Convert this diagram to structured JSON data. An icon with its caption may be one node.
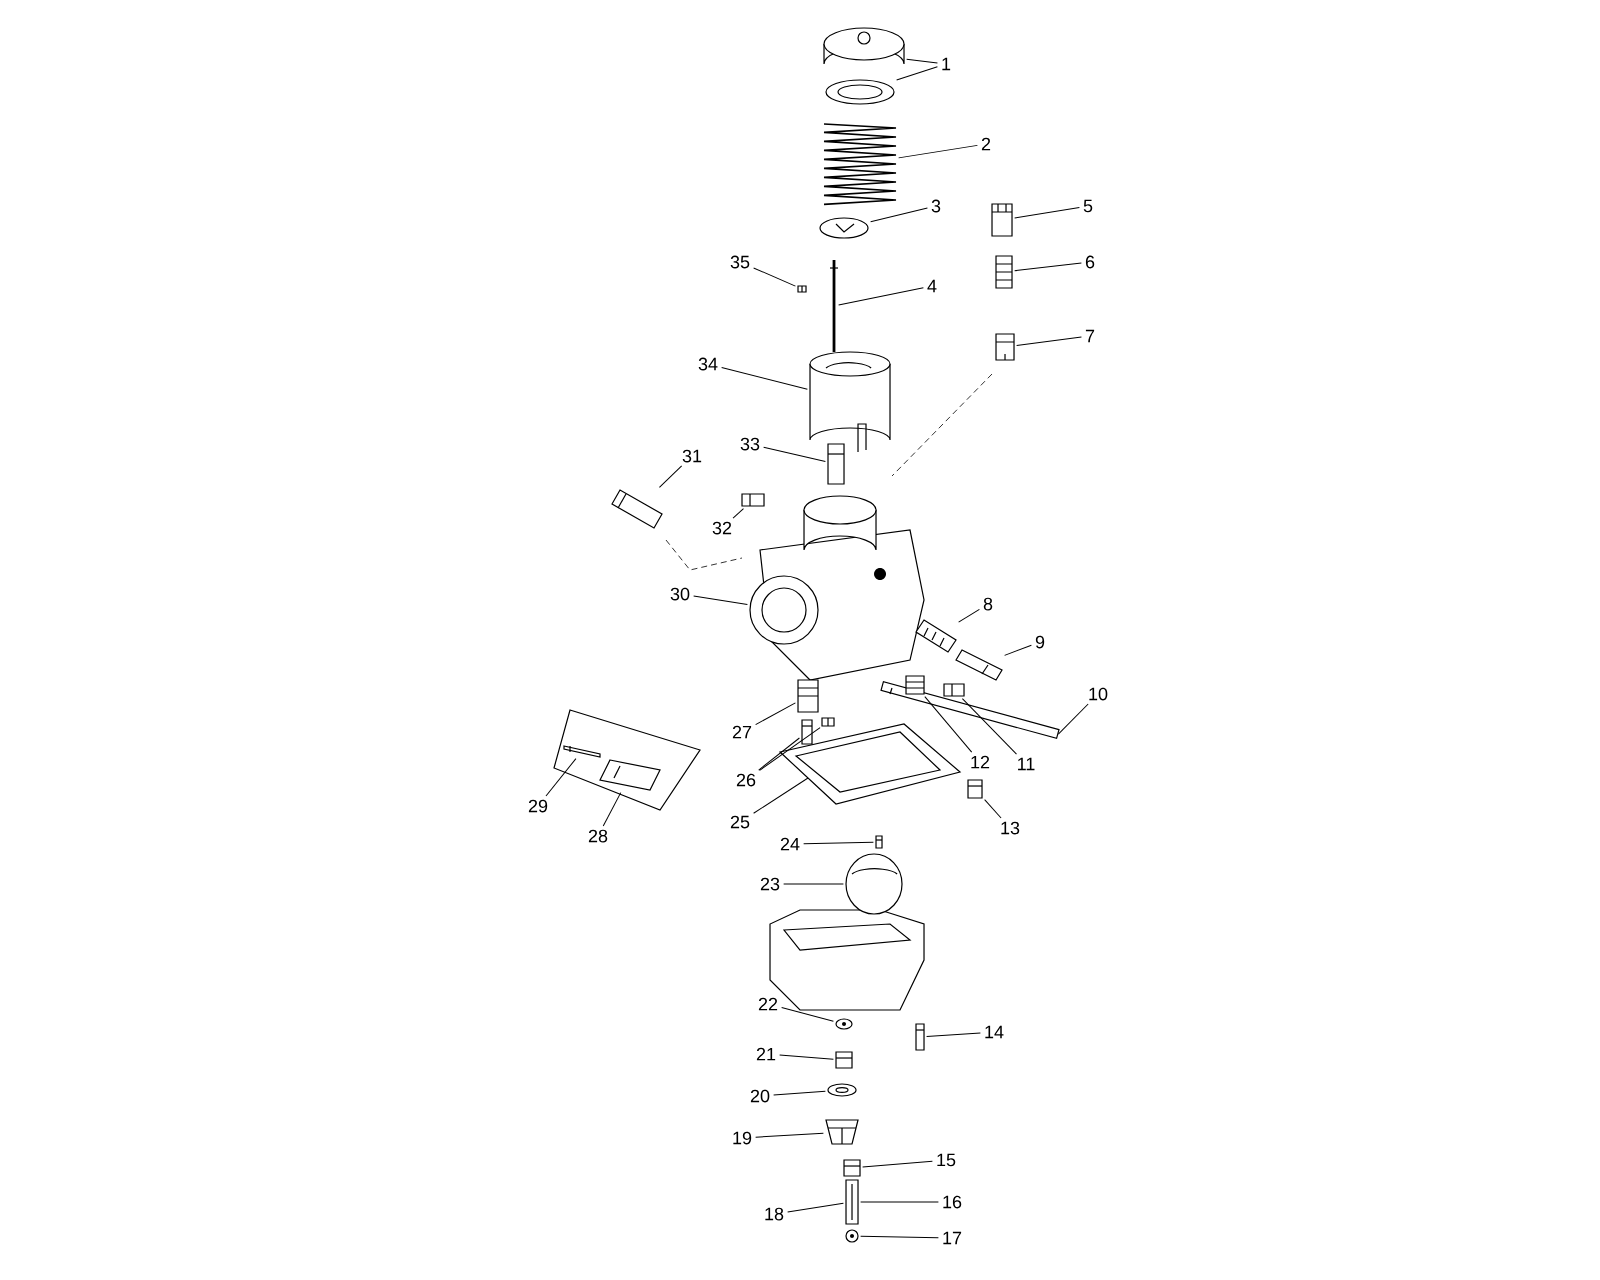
{
  "diagram": {
    "nodes": [
      {
        "text": [
          "1"
        ]
      },
      {
        "text": [
          "2"
        ]
      },
      {
        "text": [
          "3"
        ]
      },
      {
        "text": [
          "4"
        ]
      },
      {
        "text": [
          "5"
        ]
      },
      {
        "text": [
          "6"
        ]
      },
      {
        "text": [
          "7"
        ]
      },
      {
        "text": [
          "8"
        ]
      },
      {
        "text": [
          "9"
        ]
      },
      {
        "text": [
          "10"
        ]
      },
      {
        "text": [
          "11"
        ]
      },
      {
        "text": [
          "12"
        ]
      },
      {
        "text": [
          "13"
        ]
      },
      {
        "text": [
          "14"
        ]
      },
      {
        "text": [
          "15"
        ]
      },
      {
        "text": [
          "16"
        ]
      },
      {
        "text": [
          "17"
        ]
      },
      {
        "text": [
          "18"
        ]
      },
      {
        "text": [
          "19"
        ]
      },
      {
        "text": [
          "20"
        ]
      },
      {
        "text": [
          "21"
        ]
      },
      {
        "text": [
          "22"
        ]
      },
      {
        "text": [
          "23"
        ]
      },
      {
        "text": [
          "24"
        ]
      },
      {
        "text": [
          "25"
        ]
      },
      {
        "text": [
          "26"
        ]
      },
      {
        "text": [
          "27"
        ]
      },
      {
        "text": [
          "28"
        ]
      },
      {
        "text": [
          "29"
        ]
      },
      {
        "text": [
          "30"
        ]
      },
      {
        "text": [
          "31"
        ]
      },
      {
        "text": [
          "32"
        ]
      },
      {
        "text": [
          "33"
        ]
      },
      {
        "text": [
          "34"
        ]
      },
      {
        "text": [
          "35"
        ]
      },
      {
        "text": [],
        "shape": "picture"
      },
      {
        "text": [],
        "shape": "picture"
      },
      {
        "text": [],
        "shape": "picture"
      },
      {
        "text": [],
        "shape": "picture"
      },
      {
        "text": [],
        "shape": "picture"
      },
      {
        "text": [],
        "shape": "picture"
      },
      {
        "text": [],
        "shape": "picture"
      },
      {
        "text": [],
        "shape": "picture"
      },
      {
        "text": [],
        "shape": "picture"
      },
      {
        "text": [],
        "shape": "picture"
      },
      {
        "text": [],
        "shape": "picture"
      },
      {
        "text": [],
        "shape": "picture"
      },
      {
        "text": [],
        "shape": "picture"
      },
      {
        "text": [],
        "shape": "picture"
      },
      {
        "text": [],
        "shape": "picture"
      },
      {
        "text": [],
        "shape": "picture"
      },
      {
        "text": [],
        "shape": "picture"
      },
      {
        "text": [],
        "shape": "picture"
      },
      {
        "text": [],
        "shape": "picture"
      },
      {
        "text": [],
        "shape": "picture"
      },
      {
        "text": [],
        "shape": "picture"
      },
      {
        "text": [],
        "shape": "picture"
      },
      {
        "text": [],
        "shape": "picture"
      },
      {
        "text": [],
        "shape": "picture"
      },
      {
        "text": [],
        "shape": "picture"
      },
      {
        "text": [],
        "shape": "picture"
      },
      {
        "text": [],
        "shape": "picture"
      },
      {
        "text": [],
        "shape": "picture"
      },
      {
        "text": [],
        "shape": "picture"
      },
      {
        "text": [],
        "shape": "picture"
      },
      {
        "text": [],
        "shape": "picture"
      },
      {
        "text": [],
        "shape": "picture"
      },
      {
        "text": [],
        "shape": "picture"
      },
      {
        "text": [],
        "shape": "picture"
      },
      {
        "text": [],
        "shape": "picture"
      },
      {
        "text": [],
        "shape": "picture"
      }
    ],
    "edges": [
      {
        "from": 0,
        "to": 35,
        "arrow": "none"
      },
      {
        "from": 0,
        "to": 36,
        "arrow": "none"
      },
      {
        "from": 1,
        "to": 37,
        "arrow": "none"
      },
      {
        "from": 2,
        "to": 38,
        "arrow": "none"
      },
      {
        "from": 3,
        "to": 39,
        "arrow": "none"
      },
      {
        "from": 4,
        "to": 40,
        "arrow": "none"
      },
      {
        "from": 5,
        "to": 41,
        "arrow": "none"
      },
      {
        "from": 6,
        "to": 42,
        "arrow": "none"
      },
      {
        "from": 7,
        "to": 43,
        "arrow": "none"
      },
      {
        "from": 8,
        "to": 44,
        "arrow": "none"
      },
      {
        "from": 9,
        "to": 45,
        "arrow": "none"
      },
      {
        "from": 10,
        "to": 46,
        "arrow": "none"
      },
      {
        "from": 11,
        "to": 47,
        "arrow": "none"
      },
      {
        "from": 12,
        "to": 48,
        "arrow": "none"
      },
      {
        "from": 13,
        "to": 49,
        "arrow": "none"
      },
      {
        "from": 14,
        "to": 50,
        "arrow": "none"
      },
      {
        "from": 15,
        "to": 51,
        "arrow": "none"
      },
      {
        "from": 16,
        "to": 52,
        "arrow": "none"
      },
      {
        "from": 17,
        "to": 51,
        "arrow": "none"
      },
      {
        "from": 18,
        "to": 53,
        "arrow": "none"
      },
      {
        "from": 19,
        "to": 54,
        "arrow": "none"
      },
      {
        "from": 20,
        "to": 55,
        "arrow": "none"
      },
      {
        "from": 21,
        "to": 56,
        "arrow": "none"
      },
      {
        "from": 22,
        "to": 57,
        "arrow": "none"
      },
      {
        "from": 23,
        "to": 58,
        "arrow": "none"
      },
      {
        "from": 24,
        "to": 59,
        "arrow": "none"
      },
      {
        "from": 25,
        "to": 60,
        "arrow": "none"
      },
      {
        "from": 25,
        "to": 61,
        "arrow": "none"
      },
      {
        "from": 26,
        "to": 62,
        "arrow": "none"
      },
      {
        "from": 27,
        "to": 63,
        "arrow": "none"
      },
      {
        "from": 28,
        "to": 64,
        "arrow": "none"
      },
      {
        "from": 29,
        "to": 65,
        "arrow": "none"
      },
      {
        "from": 30,
        "to": 66,
        "arrow": "none"
      },
      {
        "from": 31,
        "to": 67,
        "arrow": "none"
      },
      {
        "from": 32,
        "to": 68,
        "arrow": "none"
      },
      {
        "from": 33,
        "to": 69,
        "arrow": "none"
      },
      {
        "from": 34,
        "to": 70,
        "arrow": "none"
      }
    ]
  }
}
